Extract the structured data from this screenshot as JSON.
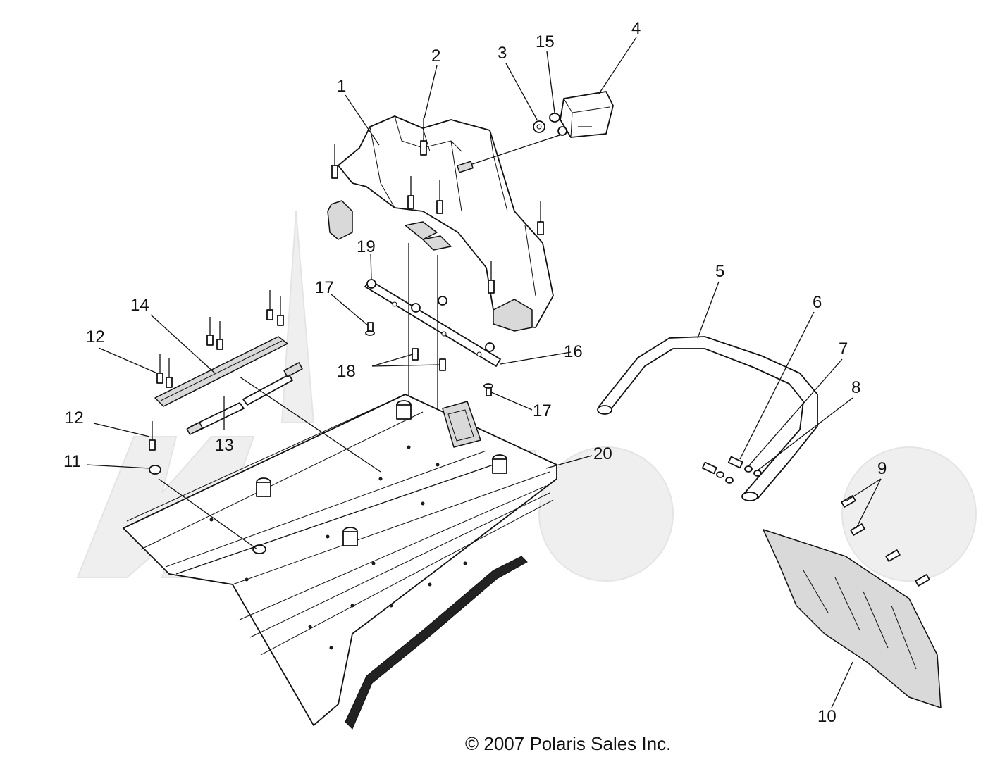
{
  "diagram": {
    "copyright": "© 2007 Polaris Sales Inc.",
    "callouts": [
      {
        "id": "1",
        "label": "1"
      },
      {
        "id": "2",
        "label": "2"
      },
      {
        "id": "3",
        "label": "3"
      },
      {
        "id": "4",
        "label": "4"
      },
      {
        "id": "5",
        "label": "5"
      },
      {
        "id": "6",
        "label": "6"
      },
      {
        "id": "7",
        "label": "7"
      },
      {
        "id": "8",
        "label": "8"
      },
      {
        "id": "9",
        "label": "9"
      },
      {
        "id": "10",
        "label": "10"
      },
      {
        "id": "11",
        "label": "11"
      },
      {
        "id": "12a",
        "label": "12"
      },
      {
        "id": "12b",
        "label": "12"
      },
      {
        "id": "13",
        "label": "13"
      },
      {
        "id": "14",
        "label": "14"
      },
      {
        "id": "15",
        "label": "15"
      },
      {
        "id": "16",
        "label": "16"
      },
      {
        "id": "17a",
        "label": "17"
      },
      {
        "id": "17b",
        "label": "17"
      },
      {
        "id": "18",
        "label": "18"
      },
      {
        "id": "19",
        "label": "19"
      },
      {
        "id": "20",
        "label": "20"
      }
    ]
  }
}
